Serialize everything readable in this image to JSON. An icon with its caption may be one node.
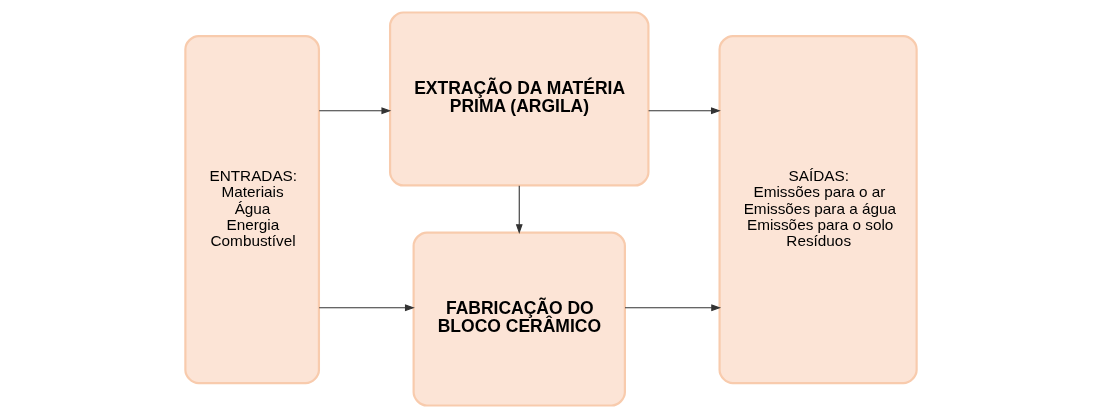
{
  "diagram": {
    "nodes": [
      {
        "text": [
          "ENTRADAS:",
          "Materiais",
          "Água",
          "Energia",
          "Combustível"
        ]
      },
      {
        "text": [
          "EXTRAÇÃO DA MATÉRIA PRIMA (ARGILA)"
        ]
      },
      {
        "text": [
          "FABRICAÇÃO DO BLOCO CERÂMICO"
        ]
      },
      {
        "text": [
          "SAÍDAS:",
          "Emissões para o ar",
          "Emissões para a água",
          "Emissões para o solo",
          "Resíduos"
        ]
      }
    ],
    "edges": [
      {
        "from": 0,
        "to": 1,
        "arrow": "to"
      },
      {
        "from": 0,
        "to": 2,
        "arrow": "to"
      },
      {
        "from": 1,
        "to": 2,
        "arrow": "to"
      },
      {
        "from": 1,
        "to": 3,
        "arrow": "to"
      },
      {
        "from": 2,
        "to": 3,
        "arrow": "to"
      }
    ]
  }
}
